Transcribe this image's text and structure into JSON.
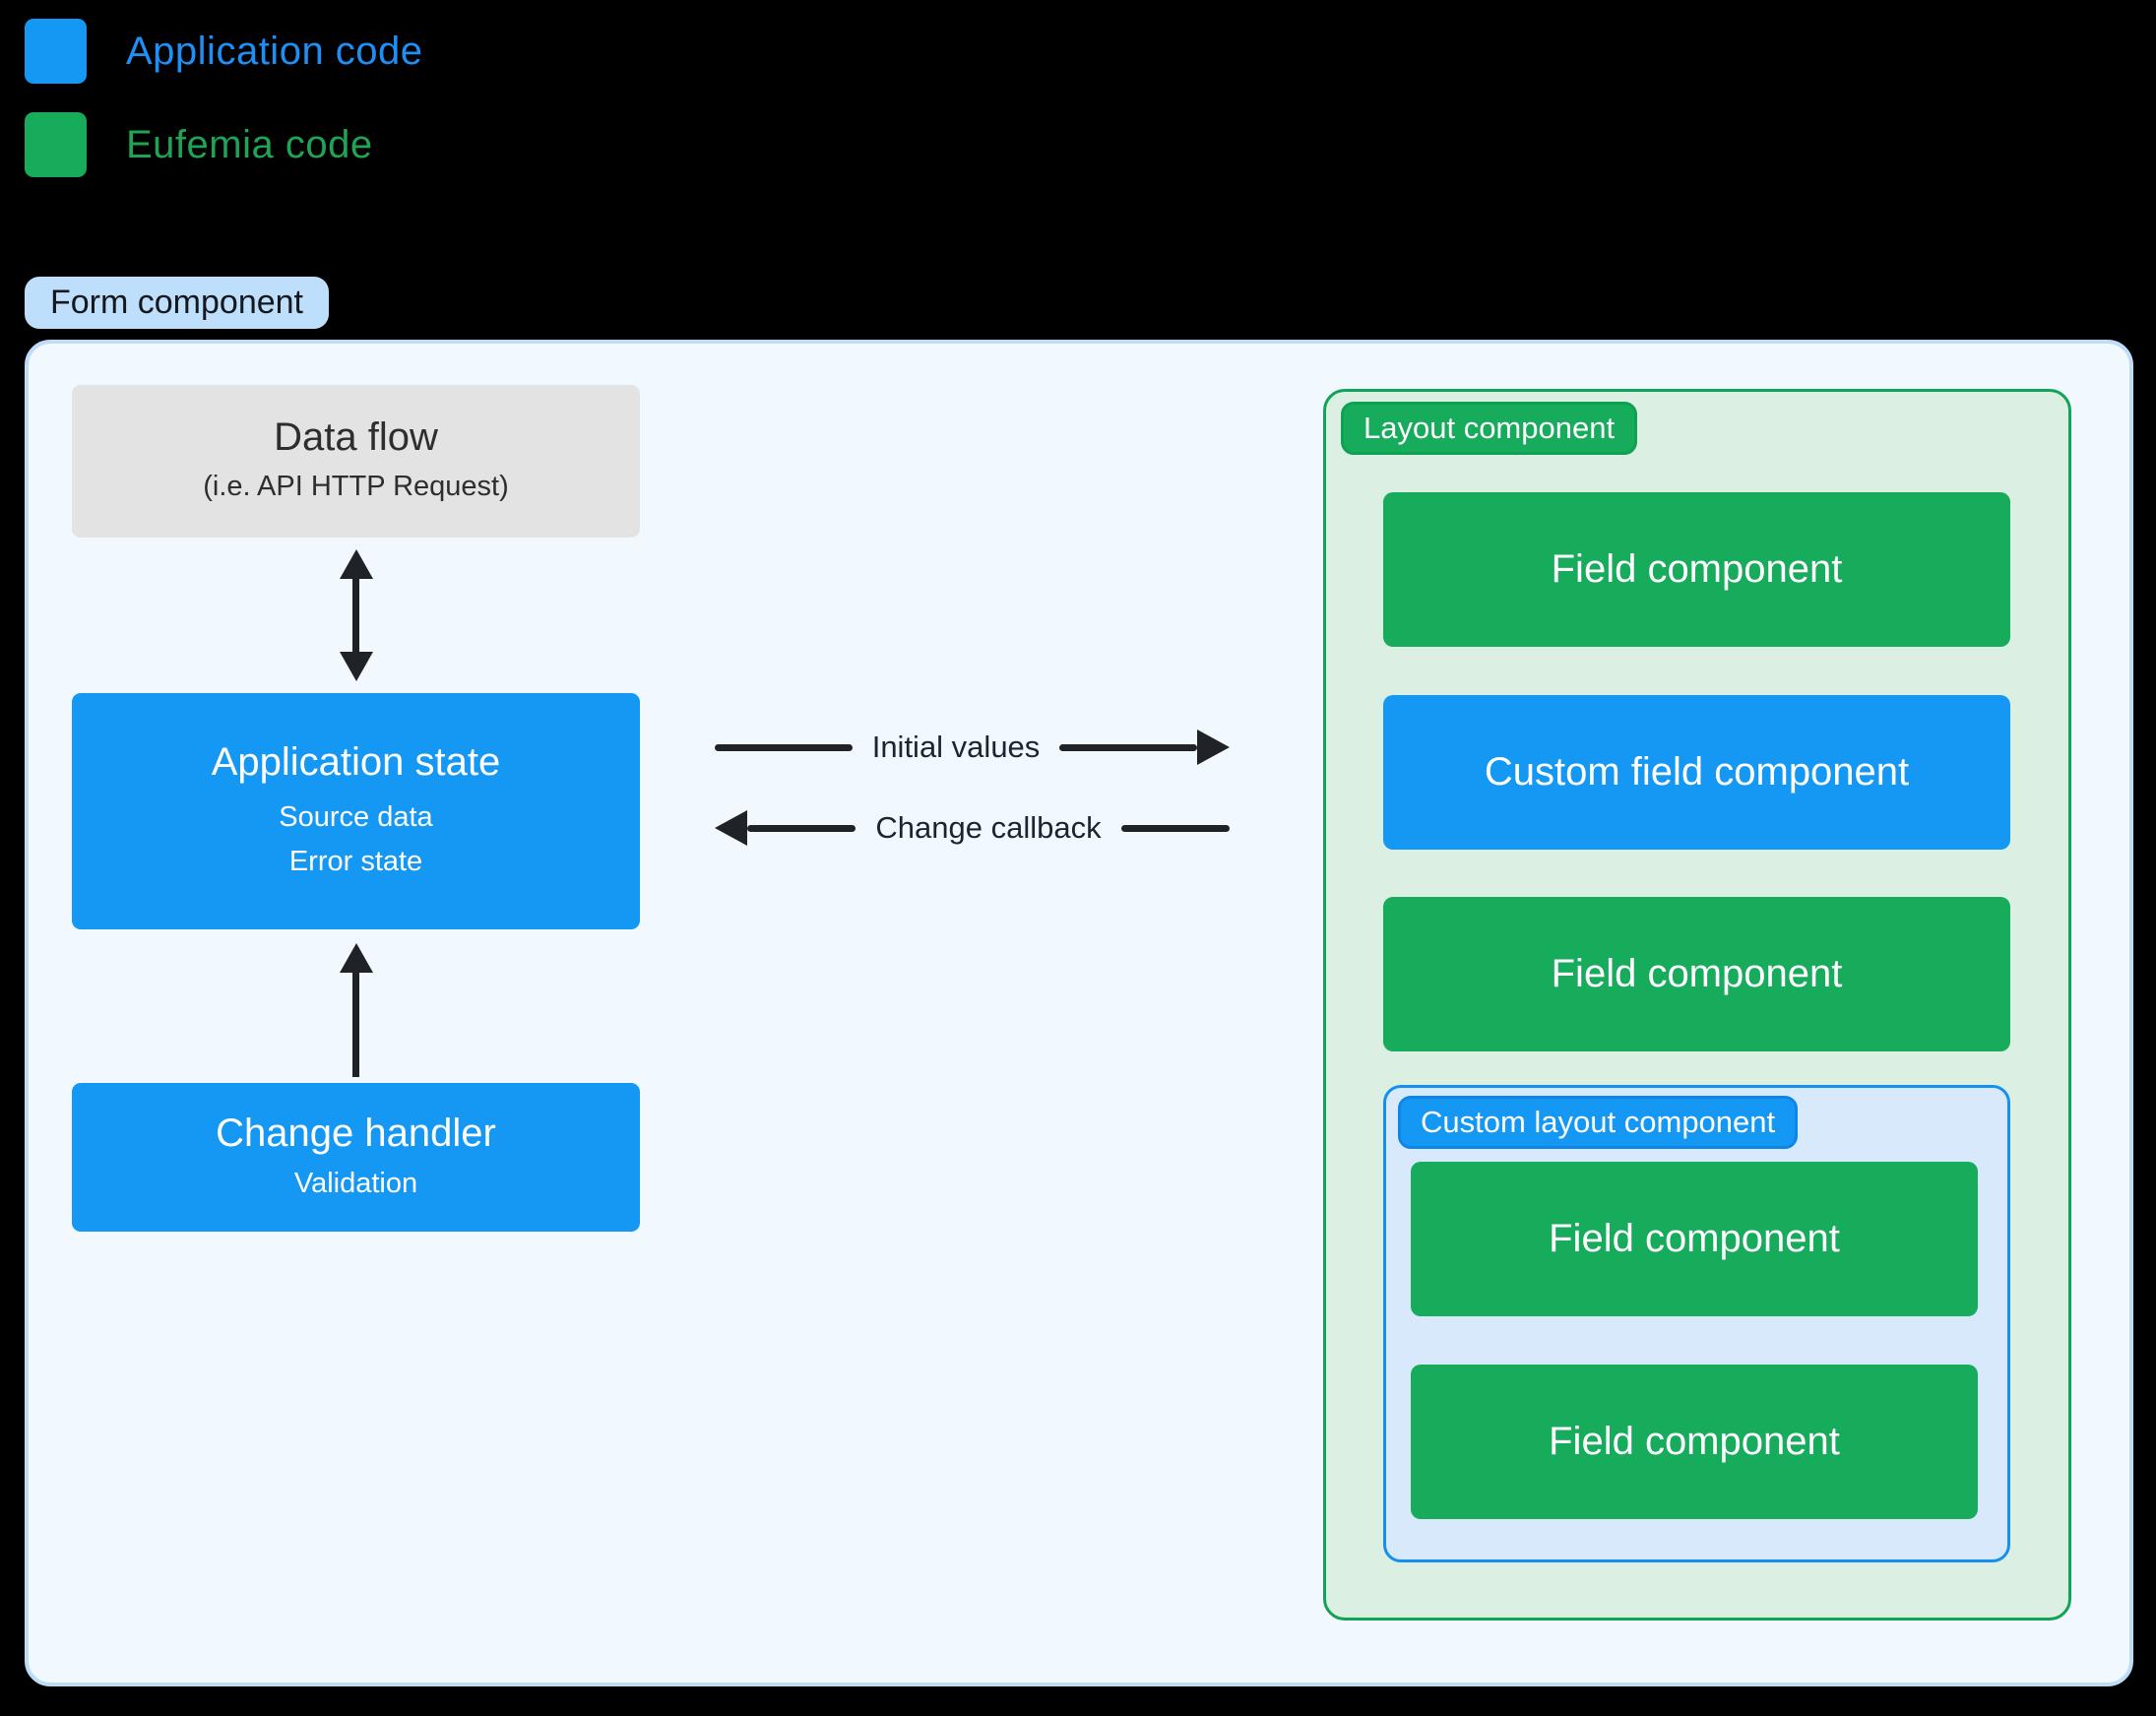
{
  "legend": {
    "application_code": "Application code",
    "eufemia_code": "Eufemia code"
  },
  "colors": {
    "application_code_blue": "#1598f4",
    "eufemia_code_green": "#17ab5c",
    "container_background": "#f1f8fe",
    "layout_panel_background": "#dbf0e3",
    "custom_layout_background": "#d8e9fb"
  },
  "form_component": {
    "badge": "Form component",
    "data_flow": {
      "title": "Data flow",
      "subtitle": "(i.e. API HTTP Request)"
    },
    "application_state": {
      "title": "Application state",
      "line1": "Source data",
      "line2": "Error state"
    },
    "change_handler": {
      "title": "Change handler",
      "line1": "Validation"
    },
    "arrows": {
      "initial_values": "Initial values",
      "change_callback": "Change callback"
    },
    "layout_component": {
      "badge": "Layout component",
      "field_1": "Field component",
      "custom_field": "Custom field component",
      "field_2": "Field component",
      "custom_layout": {
        "badge": "Custom layout component",
        "field_1": "Field component",
        "field_2": "Field component"
      }
    }
  }
}
